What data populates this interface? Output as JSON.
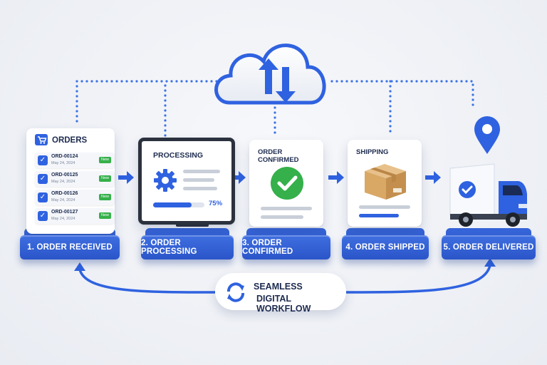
{
  "steps": [
    {
      "label": "1. ORDER RECEIVED"
    },
    {
      "label": "2. ORDER PROCESSING"
    },
    {
      "label": "3. ORDER CONFIRMED"
    },
    {
      "label": "4. ORDER SHIPPED"
    },
    {
      "label": "5. ORDER DELIVERED"
    }
  ],
  "orders_card": {
    "title": "ORDERS",
    "items": [
      {
        "id": "ORD-00124",
        "date": "May 24, 2024",
        "badge": "New"
      },
      {
        "id": "ORD-00125",
        "date": "May 24, 2024",
        "badge": "New"
      },
      {
        "id": "ORD-00126",
        "date": "May 24, 2024",
        "badge": "New"
      },
      {
        "id": "ORD-00127",
        "date": "May 24, 2024",
        "badge": "New"
      }
    ]
  },
  "processing_card": {
    "title": "PROCESSING",
    "progress_text": "75%",
    "progress": 0.75
  },
  "confirmed_card": {
    "title": "ORDER CONFIRMED"
  },
  "shipping_card": {
    "title": "SHIPPING"
  },
  "footer_pill": {
    "line1": "SEAMLESS",
    "line2": "DIGITAL WORKFLOW"
  },
  "colors": {
    "accent": "#2f62e0",
    "success": "#35b04a",
    "box": "#d9a865"
  }
}
